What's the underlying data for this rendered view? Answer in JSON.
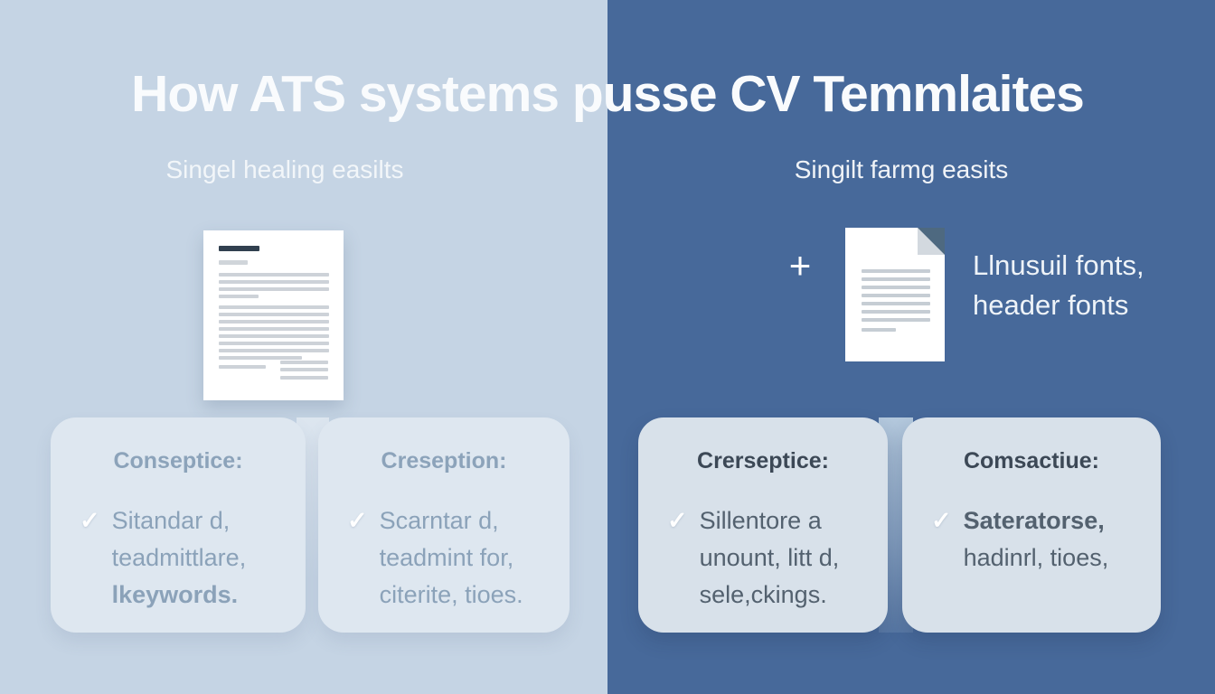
{
  "title": "How ATS systems pusse CV Temmlaites",
  "left_section": {
    "subtitle": "Singel healing easilts"
  },
  "right_section": {
    "subtitle": "Singilt farmg easits",
    "caption_line1": "Llnusuil fonts,",
    "caption_line2": "header fonts"
  },
  "icons": {
    "check": "✓",
    "plus": "+"
  },
  "cards": [
    {
      "heading": "Conseptice:",
      "lines": [
        "Sitandar d,",
        "teadmittlare,",
        "lkeywords."
      ]
    },
    {
      "heading": "Creseption:",
      "lines": [
        "Scarntar d,",
        "teadmint for,",
        "citerite, tioes."
      ]
    },
    {
      "heading": "Crerseptice:",
      "lines": [
        "Sillentore a",
        "unount, litt d,",
        "sele,ckings."
      ]
    },
    {
      "heading": "Comsactiue:",
      "lines": [
        "Sateratorse,",
        "hadinrl, tioes,"
      ]
    }
  ],
  "colors": {
    "left_background": "#c5d4e4",
    "right_background": "#47699a",
    "card_light": "#dee7f0",
    "card_dim": "#d8e1ea",
    "title_text": "#f9fbfd",
    "left_card_text": "#8ba2b9",
    "right_card_heading": "#3c4856",
    "right_card_text": "#53616f",
    "doc_title_bar": "#31404f",
    "doc_line_gray": "#cdd2d8",
    "fold_dark": "#4e6980",
    "fold_light": "#d3d9df"
  }
}
